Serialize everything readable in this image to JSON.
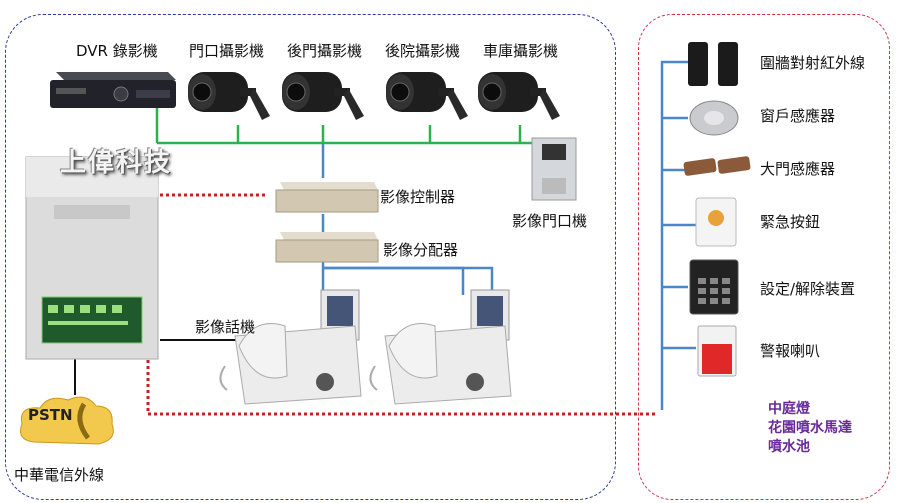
{
  "brand": "上偉科技",
  "labels": {
    "dvr": "DVR 錄影機",
    "cam_front": "門口攝影機",
    "cam_back": "後門攝影機",
    "cam_yard": "後院攝影機",
    "cam_garage": "車庫攝影機",
    "video_controller": "影像控制器",
    "video_splitter": "影像分配器",
    "video_door_phone": "影像門口機",
    "video_phone": "影像話機",
    "pstn_line": "中華電信外線"
  },
  "pstn_badge": "PSTN",
  "sensors": [
    {
      "label": "圍牆對射紅外線",
      "icon": "infrared-beam-icon"
    },
    {
      "label": "窗戶感應器",
      "icon": "window-sensor-icon"
    },
    {
      "label": "大門感應器",
      "icon": "door-sensor-icon"
    },
    {
      "label": "緊急按鈕",
      "icon": "panic-button-icon"
    },
    {
      "label": "設定/解除裝置",
      "icon": "keypad-icon"
    },
    {
      "label": "警報喇叭",
      "icon": "siren-icon"
    }
  ],
  "extras": [
    "中庭燈",
    "花園噴水馬達",
    "噴水池"
  ],
  "colors": {
    "camera_bus": "#2bb24c",
    "video_bus": "#4a86c8",
    "alarm_link": "#cc1f1f",
    "sensor_bus": "#4a86c8",
    "left_border": "#2a3a9a",
    "right_border": "#d03040",
    "extras_text": "#6a2a9a"
  }
}
